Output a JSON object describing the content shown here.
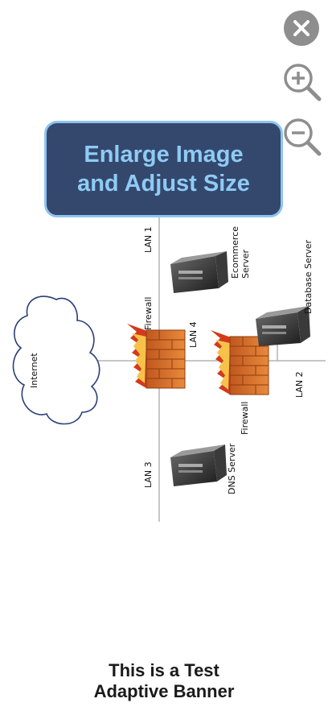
{
  "viewer": {
    "controls": {
      "close_icon": "close-icon",
      "zoom_in_icon": "zoom-in-icon",
      "zoom_out_icon": "zoom-out-icon"
    },
    "enlarge_panel": {
      "text": "Enlarge Image\nand Adjust Size"
    }
  },
  "diagram": {
    "labels": {
      "lan1": "LAN 1",
      "ecommerce": "Ecommerce\nServer",
      "database": "Database Server",
      "firewall_left": "Firewall",
      "lan4": "LAN 4",
      "internet": "Internet",
      "firewall_right": "Firewall",
      "lan2": "LAN 2",
      "lan3": "LAN 3",
      "dns": "DNS Server"
    }
  },
  "banner": {
    "text": "This is a Test\nAdaptive Banner"
  },
  "colors": {
    "panel_bg": "#34486e",
    "panel_border": "#8fc3ef",
    "panel_text": "#8fcbf4",
    "control_gray": "#8e8e8e"
  }
}
